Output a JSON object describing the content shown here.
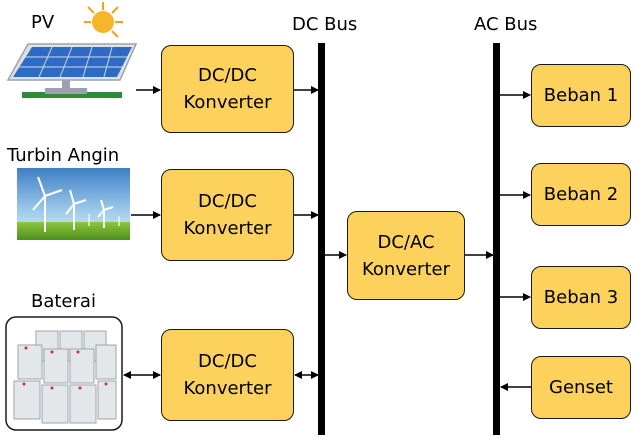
{
  "labels": {
    "pv": "PV",
    "turbine": "Turbin Angin",
    "battery": "Baterai",
    "dc_bus": "DC Bus",
    "ac_bus": "AC Bus"
  },
  "converters": {
    "dcdc_pv": {
      "line1": "DC/DC",
      "line2": "Konverter"
    },
    "dcdc_wind": {
      "line1": "DC/DC",
      "line2": "Konverter"
    },
    "dcdc_battery": {
      "line1": "DC/DC",
      "line2": "Konverter"
    },
    "dcac": {
      "line1": "DC/AC",
      "line2": "Konverter"
    }
  },
  "loads": {
    "beban1": "Beban 1",
    "beban2": "Beban 2",
    "beban3": "Beban 3",
    "genset": "Genset"
  },
  "colors": {
    "box_fill": "#fcd15c",
    "box_border": "#1a1a1a",
    "bus": "#000000"
  },
  "icons": {
    "pv": "solar-panel-icon",
    "turbine": "wind-turbine-image",
    "battery": "battery-bank-image"
  }
}
